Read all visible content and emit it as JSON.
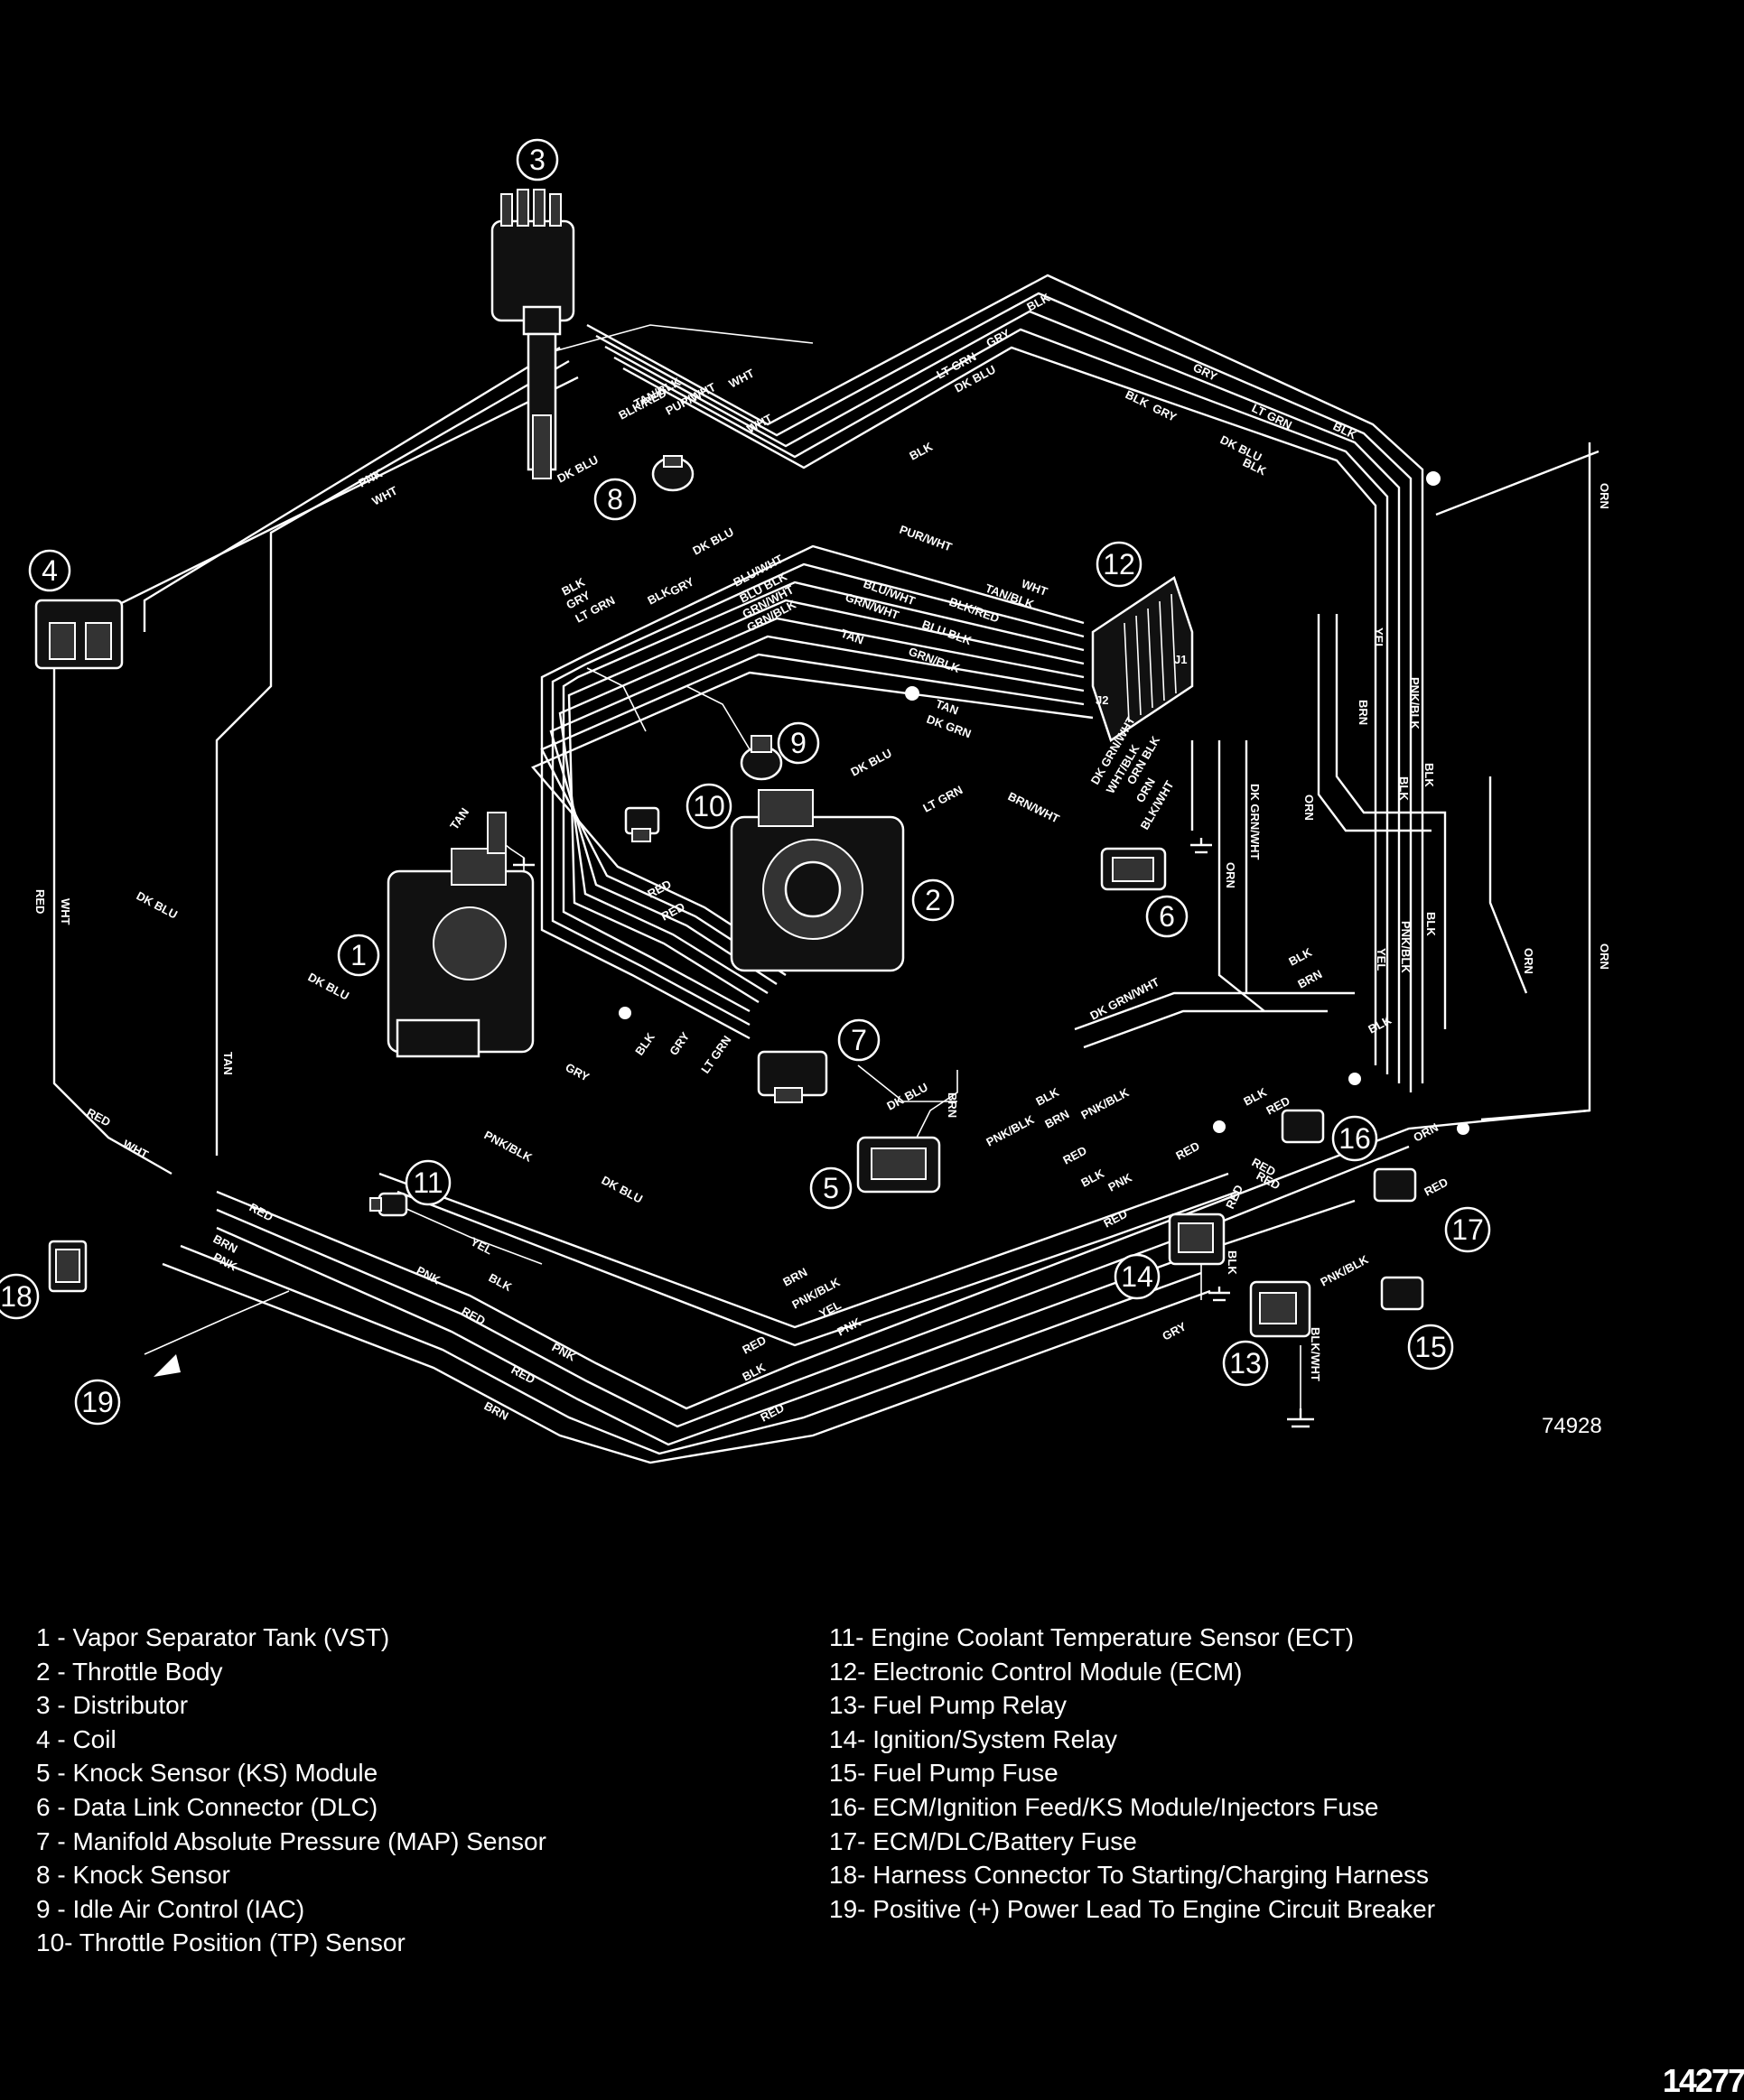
{
  "figure_number": "74928",
  "page_code": "14277",
  "callouts": [
    "1",
    "2",
    "3",
    "4",
    "5",
    "6",
    "7",
    "8",
    "9",
    "10",
    "11",
    "12",
    "13",
    "14",
    "15",
    "16",
    "17",
    "18",
    "19"
  ],
  "ecm_connectors": {
    "j1": "J1",
    "j2": "J2"
  },
  "wire_labels": {
    "blk": "BLK",
    "gry": "GRY",
    "lt_grn": "LT GRN",
    "dk_blu": "DK BLU",
    "pur_wht": "PUR/WHT",
    "tan_blk": "TAN/BLK",
    "blk_red": "BLK/RED",
    "wht": "WHT",
    "pnk": "PNK",
    "red": "RED",
    "tan": "TAN",
    "blu_wht": "BLU/WHT",
    "blu_blk": "BLU BLK",
    "grn_wht": "GRN/WHT",
    "grn_blk": "GRN/BLK",
    "dk_grn": "DK GRN",
    "brn_wht": "BRN/WHT",
    "dk_grn_wht": "DK GRN/WHT",
    "wht_blk": "WHT/BLK",
    "orn_blk": "ORN BLK",
    "blk_wht": "BLK/WHT",
    "orn": "ORN",
    "yel": "YEL",
    "brn": "BRN",
    "pnk_blk": "PNK/BLK",
    "blk_wht_ground": "BLK/WHT",
    "blk_ground": "BLK"
  },
  "legend": {
    "left": [
      "1  - Vapor Separator Tank (VST)",
      "2  - Throttle Body",
      "3  - Distributor",
      "4  - Coil",
      "5  - Knock Sensor (KS) Module",
      "6  - Data Link Connector (DLC)",
      "7  - Manifold Absolute Pressure (MAP) Sensor",
      "8  - Knock Sensor",
      "9  - Idle Air Control (IAC)",
      "10- Throttle Position (TP) Sensor"
    ],
    "right": [
      "11- Engine Coolant Temperature Sensor (ECT)",
      "12- Electronic Control Module (ECM)",
      "13- Fuel Pump Relay",
      "14- Ignition/System Relay",
      "15- Fuel Pump Fuse",
      "16- ECM/Ignition Feed/KS Module/Injectors Fuse",
      "17- ECM/DLC/Battery Fuse",
      "18- Harness Connector To Starting/Charging Harness",
      "19-  Positive (+) Power Lead To Engine Circuit Breaker"
    ]
  }
}
